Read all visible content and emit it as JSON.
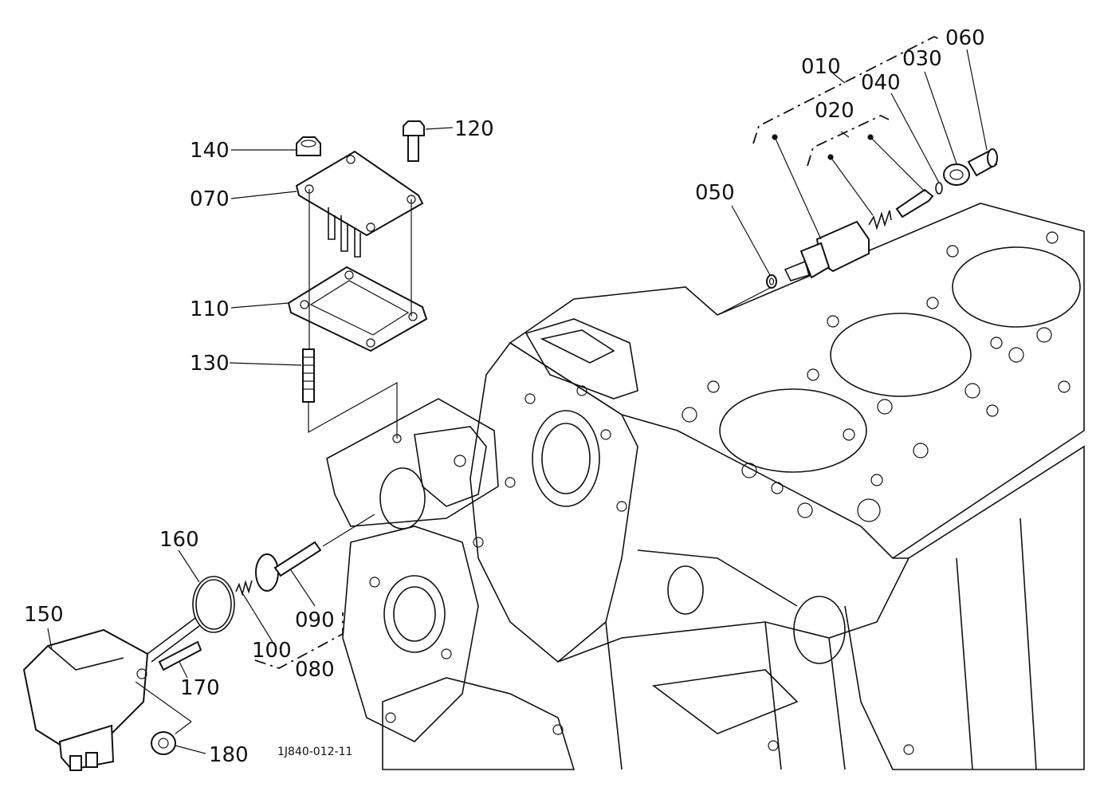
{
  "diagram": {
    "callouts": [
      {
        "id": "010",
        "text": "010"
      },
      {
        "id": "020",
        "text": "020"
      },
      {
        "id": "030",
        "text": "030"
      },
      {
        "id": "040",
        "text": "040"
      },
      {
        "id": "050",
        "text": "050"
      },
      {
        "id": "060",
        "text": "060"
      },
      {
        "id": "070",
        "text": "070"
      },
      {
        "id": "080",
        "text": "080"
      },
      {
        "id": "090",
        "text": "090"
      },
      {
        "id": "100",
        "text": "100"
      },
      {
        "id": "110",
        "text": "110"
      },
      {
        "id": "120",
        "text": "120"
      },
      {
        "id": "130",
        "text": "130"
      },
      {
        "id": "140",
        "text": "140"
      },
      {
        "id": "150",
        "text": "150"
      },
      {
        "id": "160",
        "text": "160"
      },
      {
        "id": "170",
        "text": "170"
      },
      {
        "id": "180",
        "text": "180"
      }
    ],
    "reference_code": "1J840-012-11"
  }
}
